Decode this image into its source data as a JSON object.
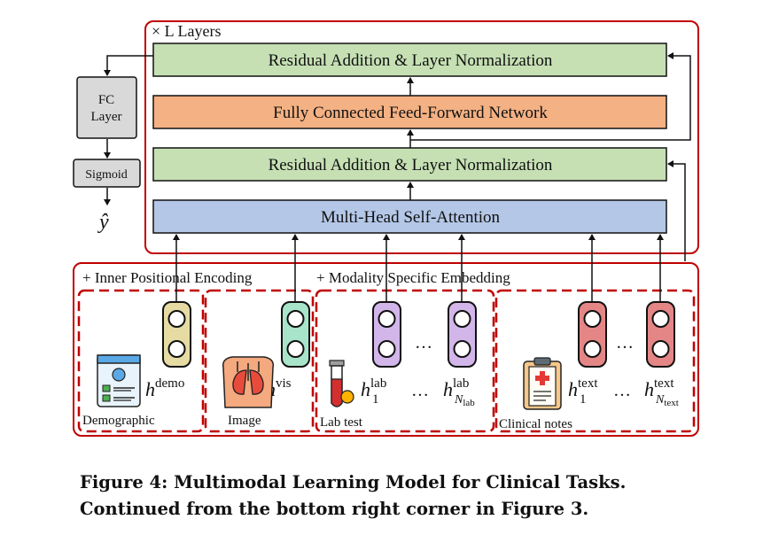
{
  "encoder": {
    "repeat_label": "× L Layers",
    "residual_top": "Residual Addition & Layer Normalization",
    "ffn": "Fully Connected Feed-Forward Network",
    "residual_bottom": "Residual Addition & Layer Normalization",
    "attention": "Multi-Head Self-Attention"
  },
  "head": {
    "fc_line1": "FC",
    "fc_line2": "Layer",
    "sigmoid": "Sigmoid",
    "output": "ŷ"
  },
  "input_section": {
    "positional_label": "+ Inner Positional Encoding",
    "modality_label": "+ Modality Specific Embedding",
    "ellipsis": "…"
  },
  "modalities": [
    {
      "name": "Demographic",
      "token_base": "h",
      "token_sup": "demo",
      "token_sub": ""
    },
    {
      "name": "Image",
      "token_base": "h",
      "token_sup": "vis",
      "token_sub": ""
    },
    {
      "name": "Lab test",
      "token_base": "h",
      "token_sup": "lab",
      "token_sub": "1",
      "token2_base": "h",
      "token2_sup": "lab",
      "token2_sub": "N",
      "token2_subsub": "lab"
    },
    {
      "name": "Clinical notes",
      "token_base": "h",
      "token_sup": "text",
      "token_sub": "1",
      "token2_base": "h",
      "token2_sup": "text",
      "token2_sub": "N",
      "token2_subsub": "text"
    }
  ],
  "caption": {
    "text": "Figure 4: Multimodal Learning Model for Clinical Tasks. Continued from the bottom right corner in Figure 3."
  },
  "colors": {
    "frame_red": "#c00000",
    "residual_green": "#c6e0b4",
    "ffn_orange": "#f4b183",
    "attention_blue": "#b4c7e7",
    "fc_gray": "#d9d9d9",
    "demo_token": "#e6dca3",
    "vis_token": "#a8e4c9",
    "lab_token": "#d2b6ea",
    "text_token": "#e58686"
  }
}
